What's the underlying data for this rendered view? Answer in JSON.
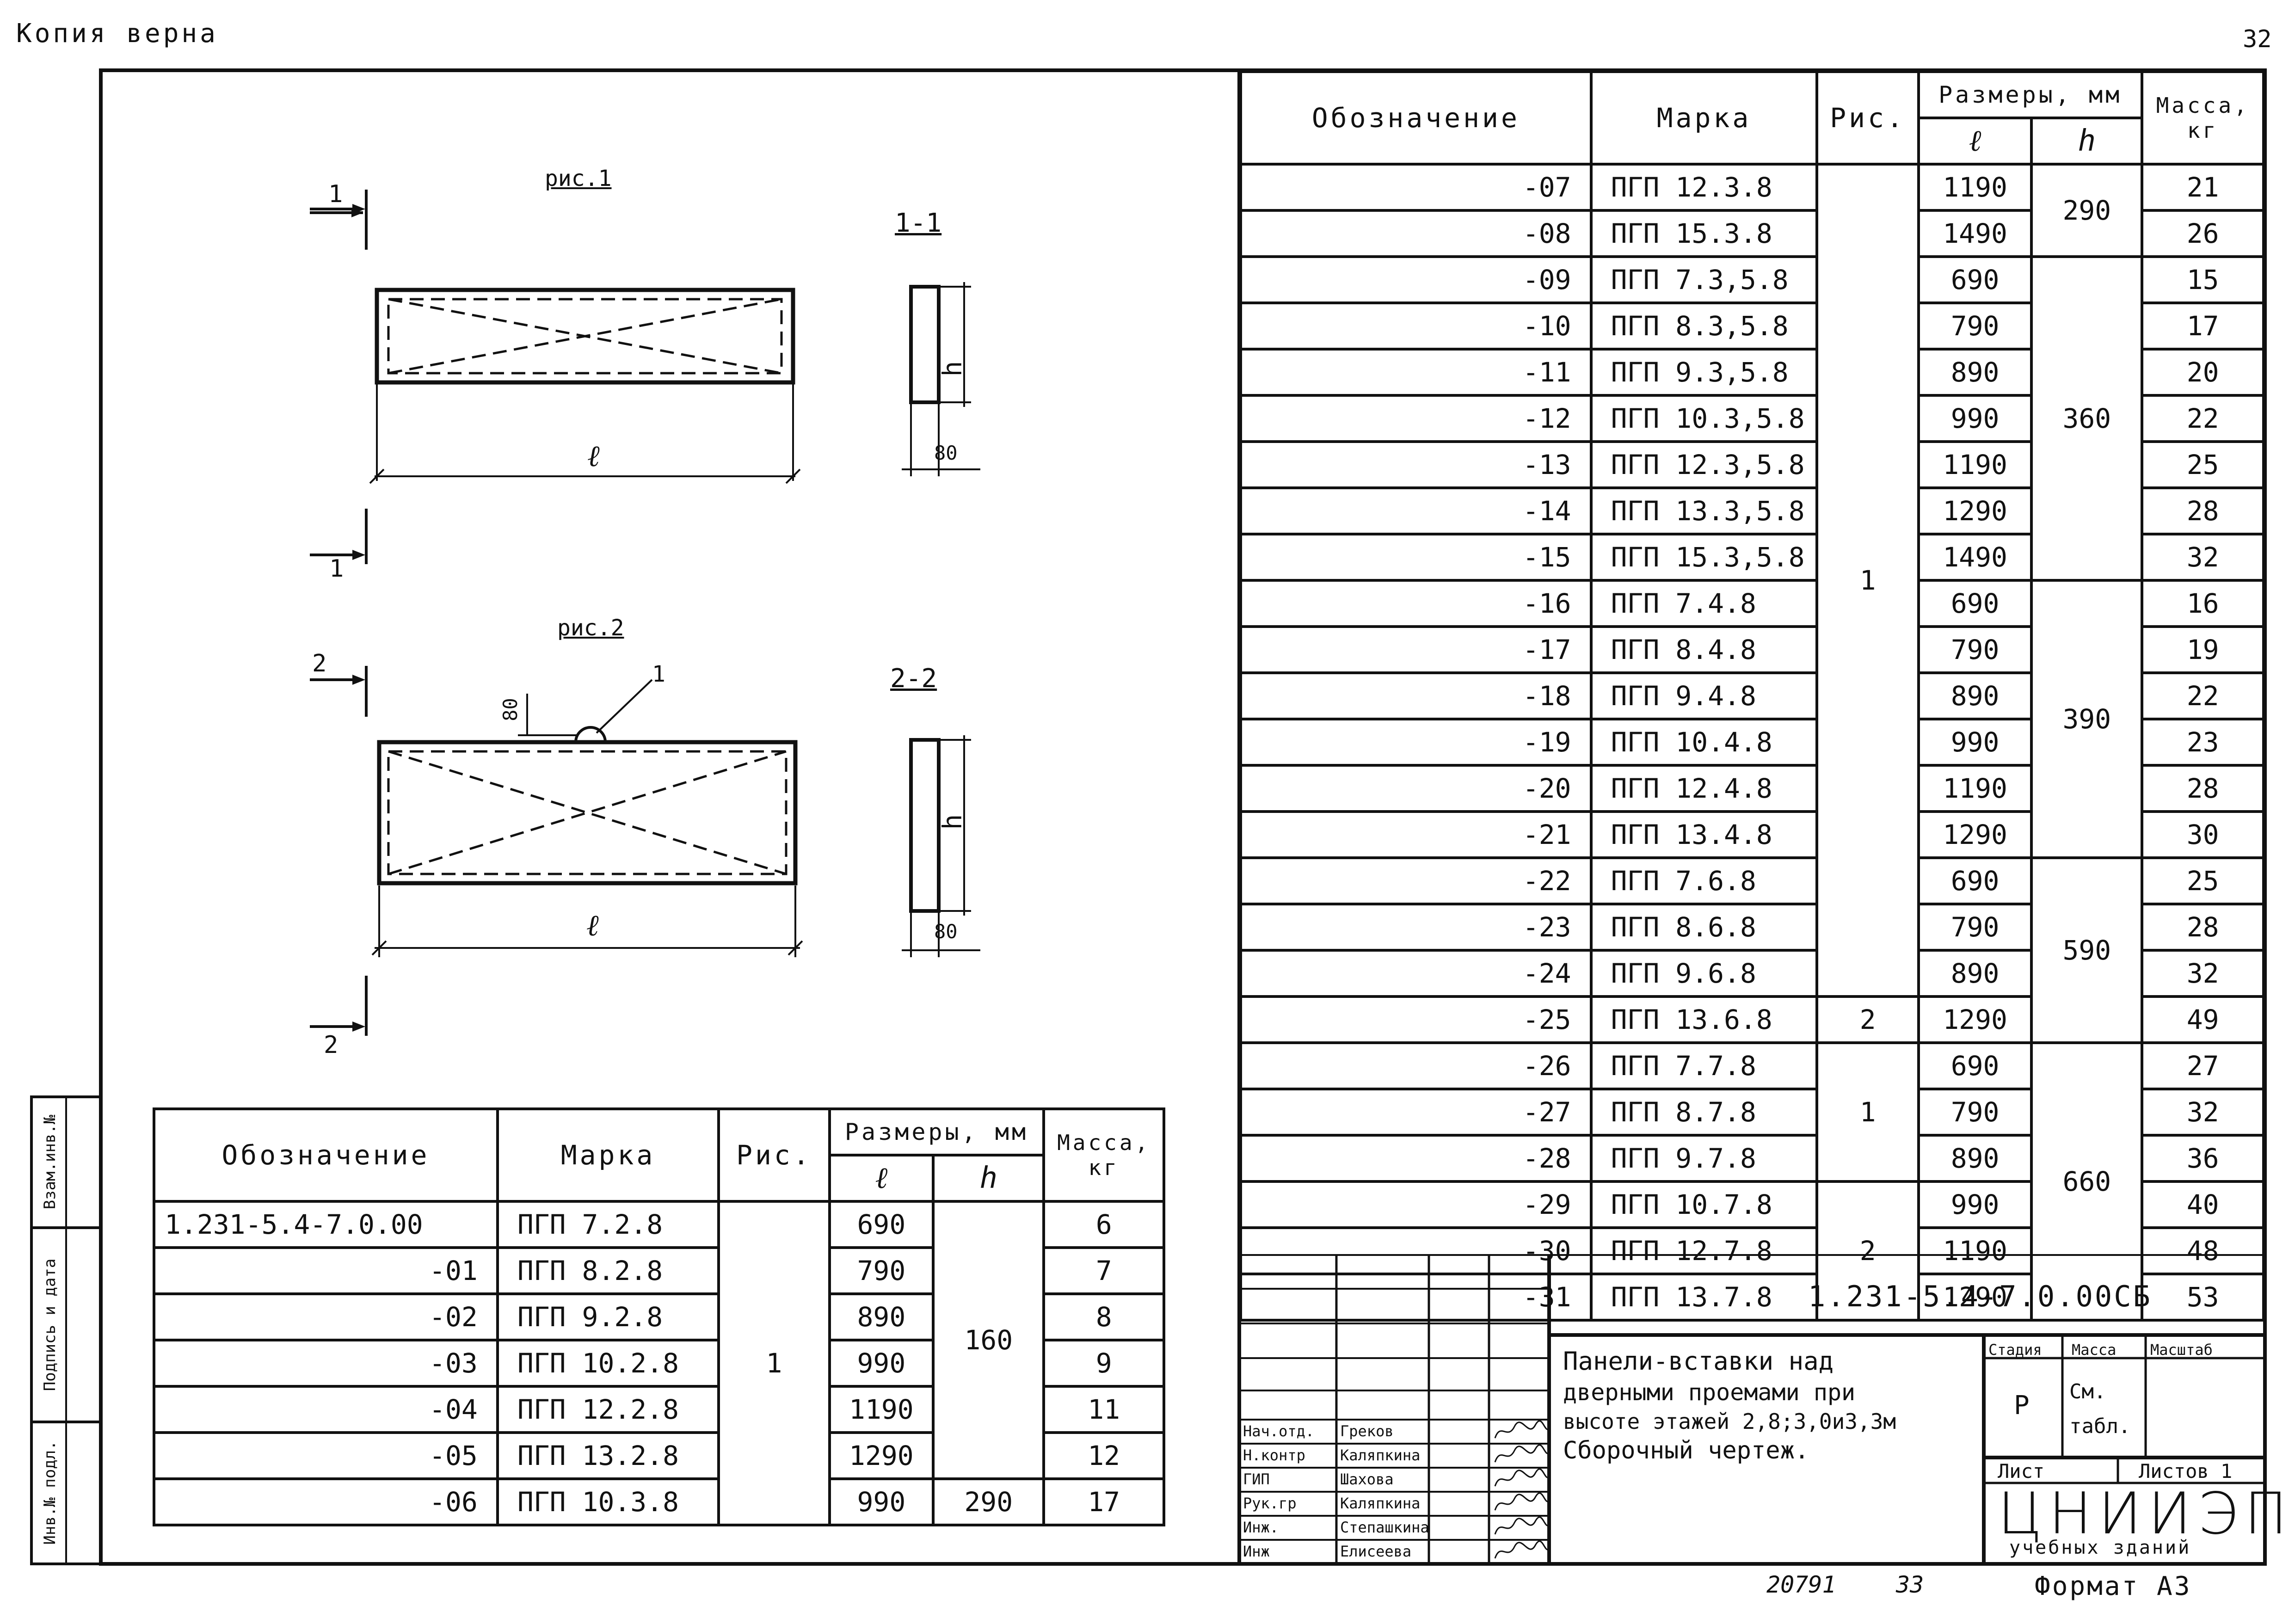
{
  "header": {
    "copy_note": "Копия верна",
    "page_number": "32"
  },
  "figures": {
    "fig1": {
      "title": "рис.1",
      "section_mark": "1",
      "section_label": "1-1",
      "length_label": "ℓ",
      "height_label": "h",
      "thickness": "80"
    },
    "fig2": {
      "title": "рис.2",
      "section_mark": "2",
      "section_label": "2-2",
      "length_label": "ℓ",
      "height_label": "h",
      "thickness": "80",
      "weld_dim": "80",
      "callout": "1"
    }
  },
  "side_stamp": [
    "Инв.№ подл.",
    "Подпись и дата",
    "Взам.инв.№"
  ],
  "table_headers": {
    "designation": "Обозначение",
    "mark": "Марка",
    "figure": "Рис.",
    "dimensions": "Размеры, мм",
    "length": "ℓ",
    "height": "h",
    "mass": "Масса, кг"
  },
  "left_table": {
    "rows": [
      {
        "designation": "1.231-5.4-7.0.00",
        "mark": "ПГП 7.2.8",
        "l": "690",
        "mass": "6"
      },
      {
        "designation": "-01",
        "mark": "ПГП 8.2.8",
        "l": "790",
        "mass": "7"
      },
      {
        "designation": "-02",
        "mark": "ПГП 9.2.8",
        "l": "890",
        "mass": "8"
      },
      {
        "designation": "-03",
        "mark": "ПГП 10.2.8",
        "l": "990",
        "mass": "9"
      },
      {
        "designation": "-04",
        "mark": "ПГП 12.2.8",
        "l": "1190",
        "mass": "11"
      },
      {
        "designation": "-05",
        "mark": "ПГП 13.2.8",
        "l": "1290",
        "mass": "12"
      },
      {
        "designation": "-06",
        "mark": "ПГП 10.3.8",
        "l": "990",
        "mass": "17"
      }
    ],
    "figure_groups": [
      "1"
    ],
    "height_groups": [
      "160",
      "290"
    ]
  },
  "right_table": {
    "rows": [
      {
        "designation": "-07",
        "mark": "ПГП 12.3.8",
        "l": "1190",
        "mass": "21"
      },
      {
        "designation": "-08",
        "mark": "ПГП 15.3.8",
        "l": "1490",
        "mass": "26"
      },
      {
        "designation": "-09",
        "mark": "ПГП 7.3,5.8",
        "l": "690",
        "mass": "15"
      },
      {
        "designation": "-10",
        "mark": "ПГП 8.3,5.8",
        "l": "790",
        "mass": "17"
      },
      {
        "designation": "-11",
        "mark": "ПГП 9.3,5.8",
        "l": "890",
        "mass": "20"
      },
      {
        "designation": "-12",
        "mark": "ПГП 10.3,5.8",
        "l": "990",
        "mass": "22"
      },
      {
        "designation": "-13",
        "mark": "ПГП 12.3,5.8",
        "l": "1190",
        "mass": "25"
      },
      {
        "designation": "-14",
        "mark": "ПГП 13.3,5.8",
        "l": "1290",
        "mass": "28"
      },
      {
        "designation": "-15",
        "mark": "ПГП 15.3,5.8",
        "l": "1490",
        "mass": "32"
      },
      {
        "designation": "-16",
        "mark": "ПГП 7.4.8",
        "l": "690",
        "mass": "16"
      },
      {
        "designation": "-17",
        "mark": "ПГП 8.4.8",
        "l": "790",
        "mass": "19"
      },
      {
        "designation": "-18",
        "mark": "ПГП 9.4.8",
        "l": "890",
        "mass": "22"
      },
      {
        "designation": "-19",
        "mark": "ПГП 10.4.8",
        "l": "990",
        "mass": "23"
      },
      {
        "designation": "-20",
        "mark": "ПГП 12.4.8",
        "l": "1190",
        "mass": "28"
      },
      {
        "designation": "-21",
        "mark": "ПГП 13.4.8",
        "l": "1290",
        "mass": "30"
      },
      {
        "designation": "-22",
        "mark": "ПГП 7.6.8",
        "l": "690",
        "mass": "25"
      },
      {
        "designation": "-23",
        "mark": "ПГП 8.6.8",
        "l": "790",
        "mass": "28"
      },
      {
        "designation": "-24",
        "mark": "ПГП 9.6.8",
        "l": "890",
        "mass": "32"
      },
      {
        "designation": "-25",
        "mark": "ПГП 13.6.8",
        "l": "1290",
        "mass": "49"
      },
      {
        "designation": "-26",
        "mark": "ПГП 7.7.8",
        "l": "690",
        "mass": "27"
      },
      {
        "designation": "-27",
        "mark": "ПГП 8.7.8",
        "l": "790",
        "mass": "32"
      },
      {
        "designation": "-28",
        "mark": "ПГП 9.7.8",
        "l": "890",
        "mass": "36"
      },
      {
        "designation": "-29",
        "mark": "ПГП 10.7.8",
        "l": "990",
        "mass": "40"
      },
      {
        "designation": "-30",
        "mark": "ПГП 12.7.8",
        "l": "1190",
        "mass": "48"
      },
      {
        "designation": "-31",
        "mark": "ПГП 13.7.8",
        "l": "1290",
        "mass": "53"
      }
    ],
    "figure_groups": [
      "1",
      "2",
      "1",
      "2"
    ],
    "height_groups": [
      "290",
      "360",
      "390",
      "590",
      "660"
    ]
  },
  "title_block": {
    "document_code": "1.231-5.4-7.0.00СБ",
    "title_lines": [
      "Панели-вставки над",
      "дверными проемами при",
      "высоте этажей 2,8;3,0и3,3м",
      "Сборочный чертеж."
    ],
    "stage_label": "Стадия",
    "mass_label": "Масса",
    "scale_label": "Масштаб",
    "stage_value": "Р",
    "mass_value": "См. табл.",
    "sheet_label": "Лист",
    "sheets_label": "Листов 1",
    "organization": "ЦНИИЭП",
    "organization_sub": "учебных зданий",
    "roles": [
      {
        "role": "Нач.отд.",
        "name": "Греков"
      },
      {
        "role": "Н.контр",
        "name": "Каляпкина"
      },
      {
        "role": "ГИП",
        "name": "Шахова"
      },
      {
        "role": "Рук.гр",
        "name": "Каляпкина"
      },
      {
        "role": "Инж.",
        "name": "Степашкина"
      },
      {
        "role": "Инж",
        "name": "Елисеева"
      }
    ]
  },
  "footer": {
    "archive_number": "20791",
    "page_ref": "33",
    "format": "Формат А3"
  }
}
